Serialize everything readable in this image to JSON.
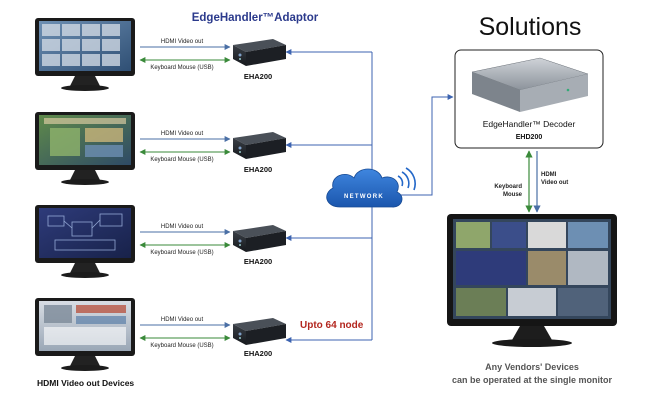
{
  "header": {
    "adaptor_title": "EdgeHandler™Adaptor",
    "solutions_title": "Solutions"
  },
  "rows": [
    {
      "hdmi_label": "HDMI Video out",
      "usb_label": "Keyboard Mouse (USB)",
      "device_label": "EHA200"
    },
    {
      "hdmi_label": "HDMI Video out",
      "usb_label": "Keyboard Mouse (USB)",
      "device_label": "EHA200"
    },
    {
      "hdmi_label": "HDMI Video out",
      "usb_label": "Keyboard Mouse (USB)",
      "device_label": "EHA200"
    },
    {
      "hdmi_label": "HDMI Video out",
      "usb_label": "Keyboard Mouse (USB)",
      "device_label": "EHA200"
    }
  ],
  "devices_caption": "HDMI  Video out Devices",
  "node_count_label": "Upto 64 node",
  "network_label": "NETWORK",
  "decoder": {
    "name": "EdgeHandler™ Decoder",
    "model": "EHD200"
  },
  "decoder_links": {
    "keyboard": "Keyboard",
    "mouse": "Mouse",
    "hdmi": "HDMI",
    "video_out": "Video out"
  },
  "footer": {
    "line1": "Any Vendors' Devices",
    "line2": "can be operated at the single monitor"
  },
  "colors": {
    "hdmi_arrow": "#4a6fa5",
    "usb_arrow": "#3a8a3a",
    "network_line": "#3c63b0",
    "cloud": "#2468c8",
    "title_blue": "#2b3a8c",
    "node_red": "#b3261e"
  }
}
